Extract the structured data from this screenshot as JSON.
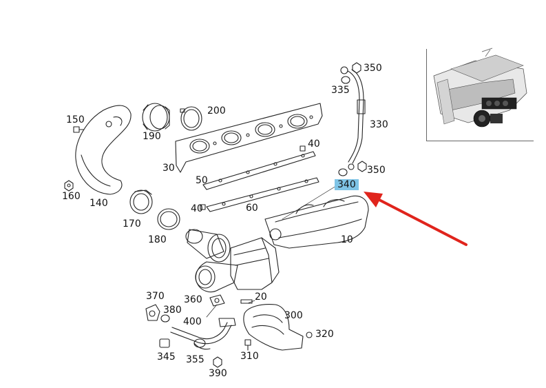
{
  "diagram": {
    "callouts": {
      "p350a": "350",
      "p335": "335",
      "p330": "330",
      "p350b": "350",
      "p340": "340",
      "p150": "150",
      "p190": "190",
      "p200": "200",
      "p40a": "40",
      "p30": "30",
      "p50": "50",
      "p40b": "40",
      "p60": "60",
      "p160": "160",
      "p140": "140",
      "p170": "170",
      "p180": "180",
      "p10": "10",
      "p370": "370",
      "p360": "360",
      "p20": "20",
      "p380": "380",
      "p400": "400",
      "p300": "300",
      "p320": "320",
      "p345": "345",
      "p355": "355",
      "p310": "310",
      "p390": "390"
    },
    "highlighted_part": "340",
    "highlight_color": "#7fc4e6",
    "arrow_color": "#e0241c"
  }
}
